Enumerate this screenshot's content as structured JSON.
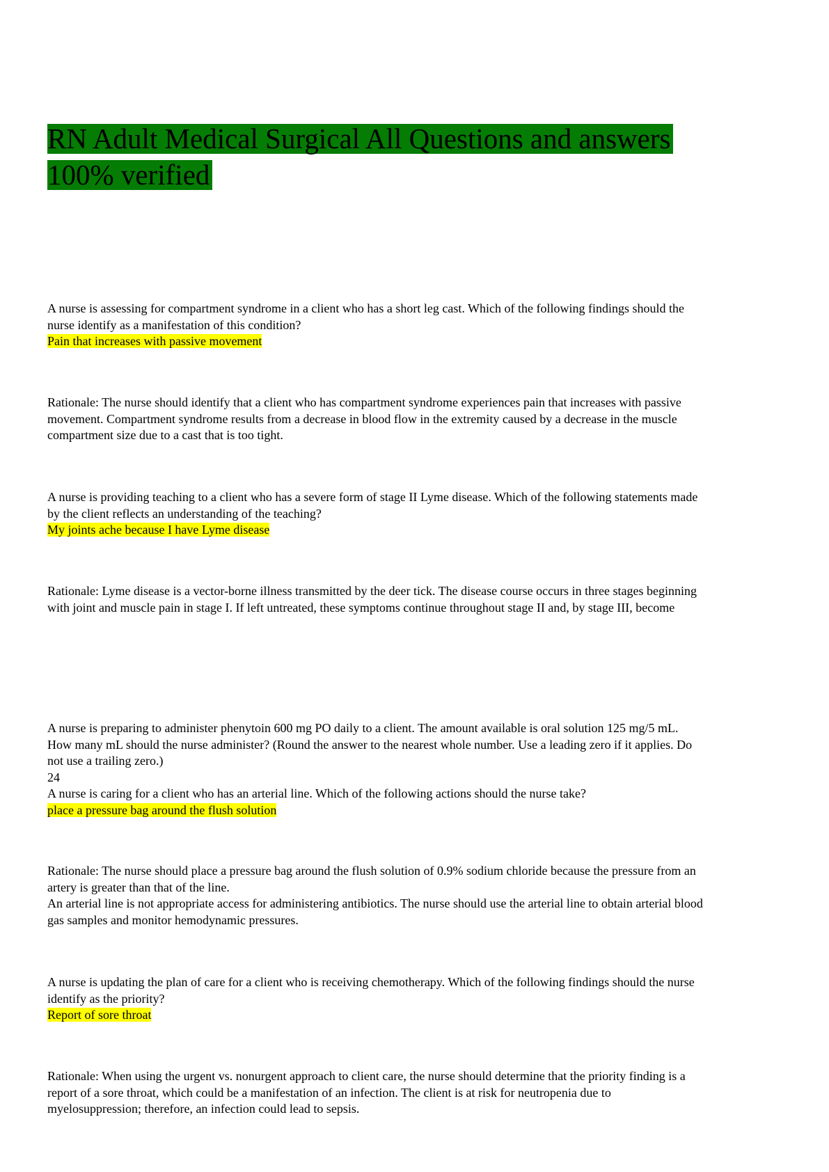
{
  "document": {
    "title": {
      "line1": "RN Adult Medical Surgical  All Questions and answers",
      "line2": "100% verified",
      "highlight_color": "#057c04"
    },
    "answer_highlight_color": "#ffff00",
    "items": [
      {
        "question_lines": [
          "A nurse is assessing for compartment syndrome in a client who has a short leg cast. Which of the following findings should the",
          "nurse identify as a manifestation of this condition?"
        ],
        "answer": "Pain that increases with passive movement",
        "rationale_lines": [
          "Rationale: The nurse should identify that a client who has compartment syndrome experiences pain that increases with passive",
          "movement. Compartment syndrome results from a decrease in blood flow in the extremity caused by a decrease in the muscle",
          "compartment size due to a cast that is too tight."
        ]
      },
      {
        "question_lines": [
          "A nurse is providing teaching to a client who has a severe form of stage II Lyme disease. Which of the following statements made",
          "by the client reflects an understanding of the teaching?"
        ],
        "answer": "My joints ache because I have Lyme disease",
        "rationale_lines": [
          "Rationale: Lyme disease is a vector-borne illness transmitted by the deer tick. The disease course occurs in three stages beginning",
          "with joint and muscle pain in stage I. If left untreated, these symptoms continue throughout stage II and, by stage III, become"
        ]
      },
      {
        "question_lines": [
          "A nurse is preparing to administer phenytoin 600 mg PO daily to a client. The amount available is oral solution 125 mg/5 mL.",
          "How many mL should the nurse administer? (Round the answer to the nearest whole number. Use a leading zero if it applies. Do",
          "not use a trailing zero.)"
        ],
        "answer": "24"
      },
      {
        "question_lines": [
          "A nurse is caring for a client who has an arterial line. Which of the following actions should the nurse take?"
        ],
        "answer": "place a pressure bag around the flush solution",
        "rationale_lines": [
          "Rationale: The nurse should place a pressure bag around the flush solution of 0.9% sodium chloride because the pressure from an",
          "artery is greater than that of the line.",
          "An arterial line is not appropriate access for administering antibiotics. The nurse should use the arterial line to obtain arterial blood",
          "gas samples and monitor hemodynamic pressures."
        ]
      },
      {
        "question_lines": [
          "A nurse is updating the plan of care for a client who is receiving chemotherapy. Which of the following findings should the nurse",
          "identify as the priority?"
        ],
        "answer": "Report of sore throat",
        "rationale_lines": [
          "Rationale: When using the urgent vs. nonurgent approach to client care, the nurse should determine that the priority finding is a",
          "report of a sore throat, which could be a manifestation of an infection. The client is at risk for neutropenia due to",
          "myelosuppression; therefore, an infection could lead to sepsis."
        ]
      }
    ]
  }
}
